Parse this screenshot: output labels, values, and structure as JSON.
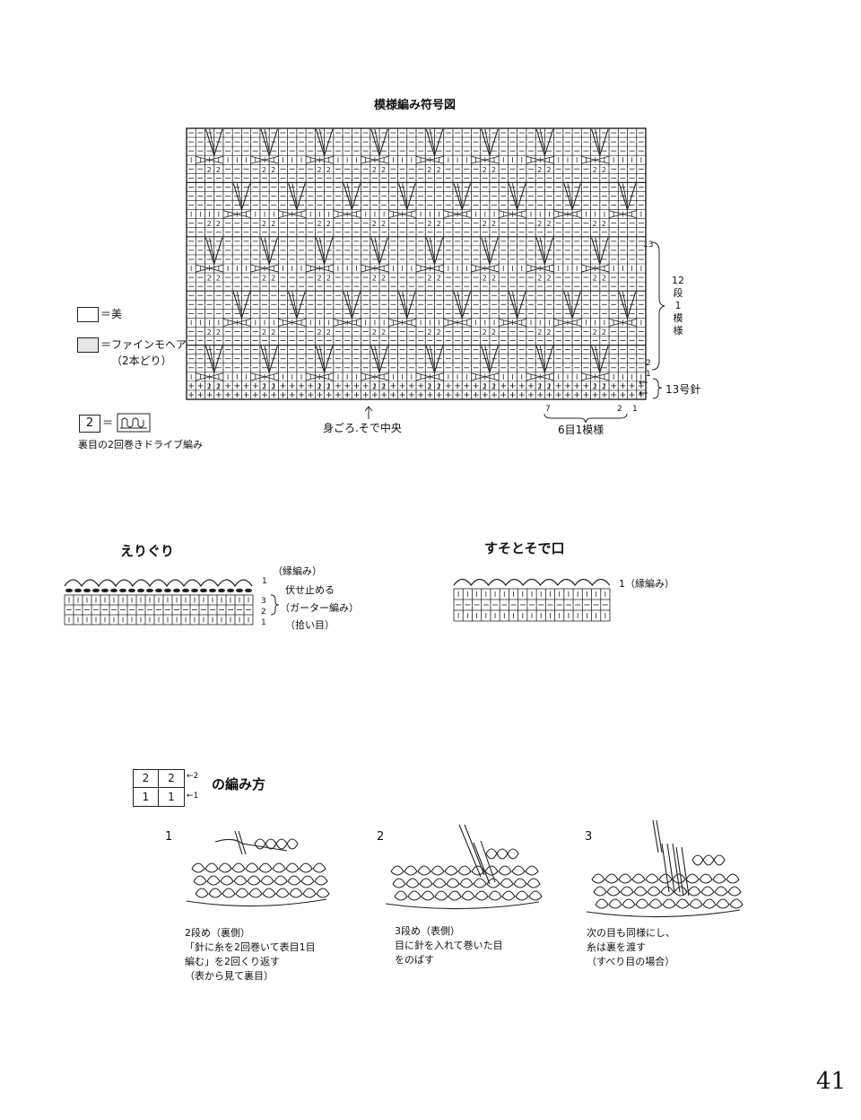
{
  "main_chart": {
    "title": "模様編み符号図",
    "row_labels": {
      "r13": "13",
      "r2": "2",
      "r1": "1"
    },
    "bracket_rows_label": [
      "12",
      "段",
      "1",
      "模",
      "様"
    ],
    "needle_label": "13号針",
    "center_label": "身ごろ.そで中央",
    "stitch_labels": {
      "s7": "7",
      "s2": "2",
      "s1": "1"
    },
    "repeat_label": "6目1模様"
  },
  "legend": {
    "item1": "＝美",
    "item2_line1": "＝ファインモヘア",
    "item2_line2": "（2本どり）",
    "item3_symbol": "2",
    "item3_desc": "裏目の2回巻きドライブ編み"
  },
  "neck": {
    "title": "えりぐり",
    "label_edge": "（縁編み）",
    "label_bindoff": "伏せ止める",
    "label_garter": "（ガーター編み）",
    "label_pickup": "（拾い目）",
    "rows": {
      "r1": "1",
      "r2": "2",
      "r3": "3",
      "r4": "1"
    }
  },
  "hem": {
    "title": "すそとそで口",
    "label": "1（縁編み）"
  },
  "howto": {
    "symbol_top": "2",
    "symbol_bottom": "1",
    "row2": "2",
    "row1": "1",
    "title": "の編み方",
    "steps": [
      {
        "num": "1",
        "lines": [
          "2段め（裏側）",
          "「針に糸を2回巻いて表目1目",
          "編む」を2回くり返す",
          "（表から見て裏目）"
        ]
      },
      {
        "num": "2",
        "lines": [
          "3段め（表側）",
          "目に針を入れて巻いた目",
          "をのばす"
        ]
      },
      {
        "num": "3",
        "lines": [
          "次の目も同様にし、",
          "糸は裏を渡す",
          "（すべり目の場合）"
        ]
      }
    ]
  },
  "page_number": "41"
}
